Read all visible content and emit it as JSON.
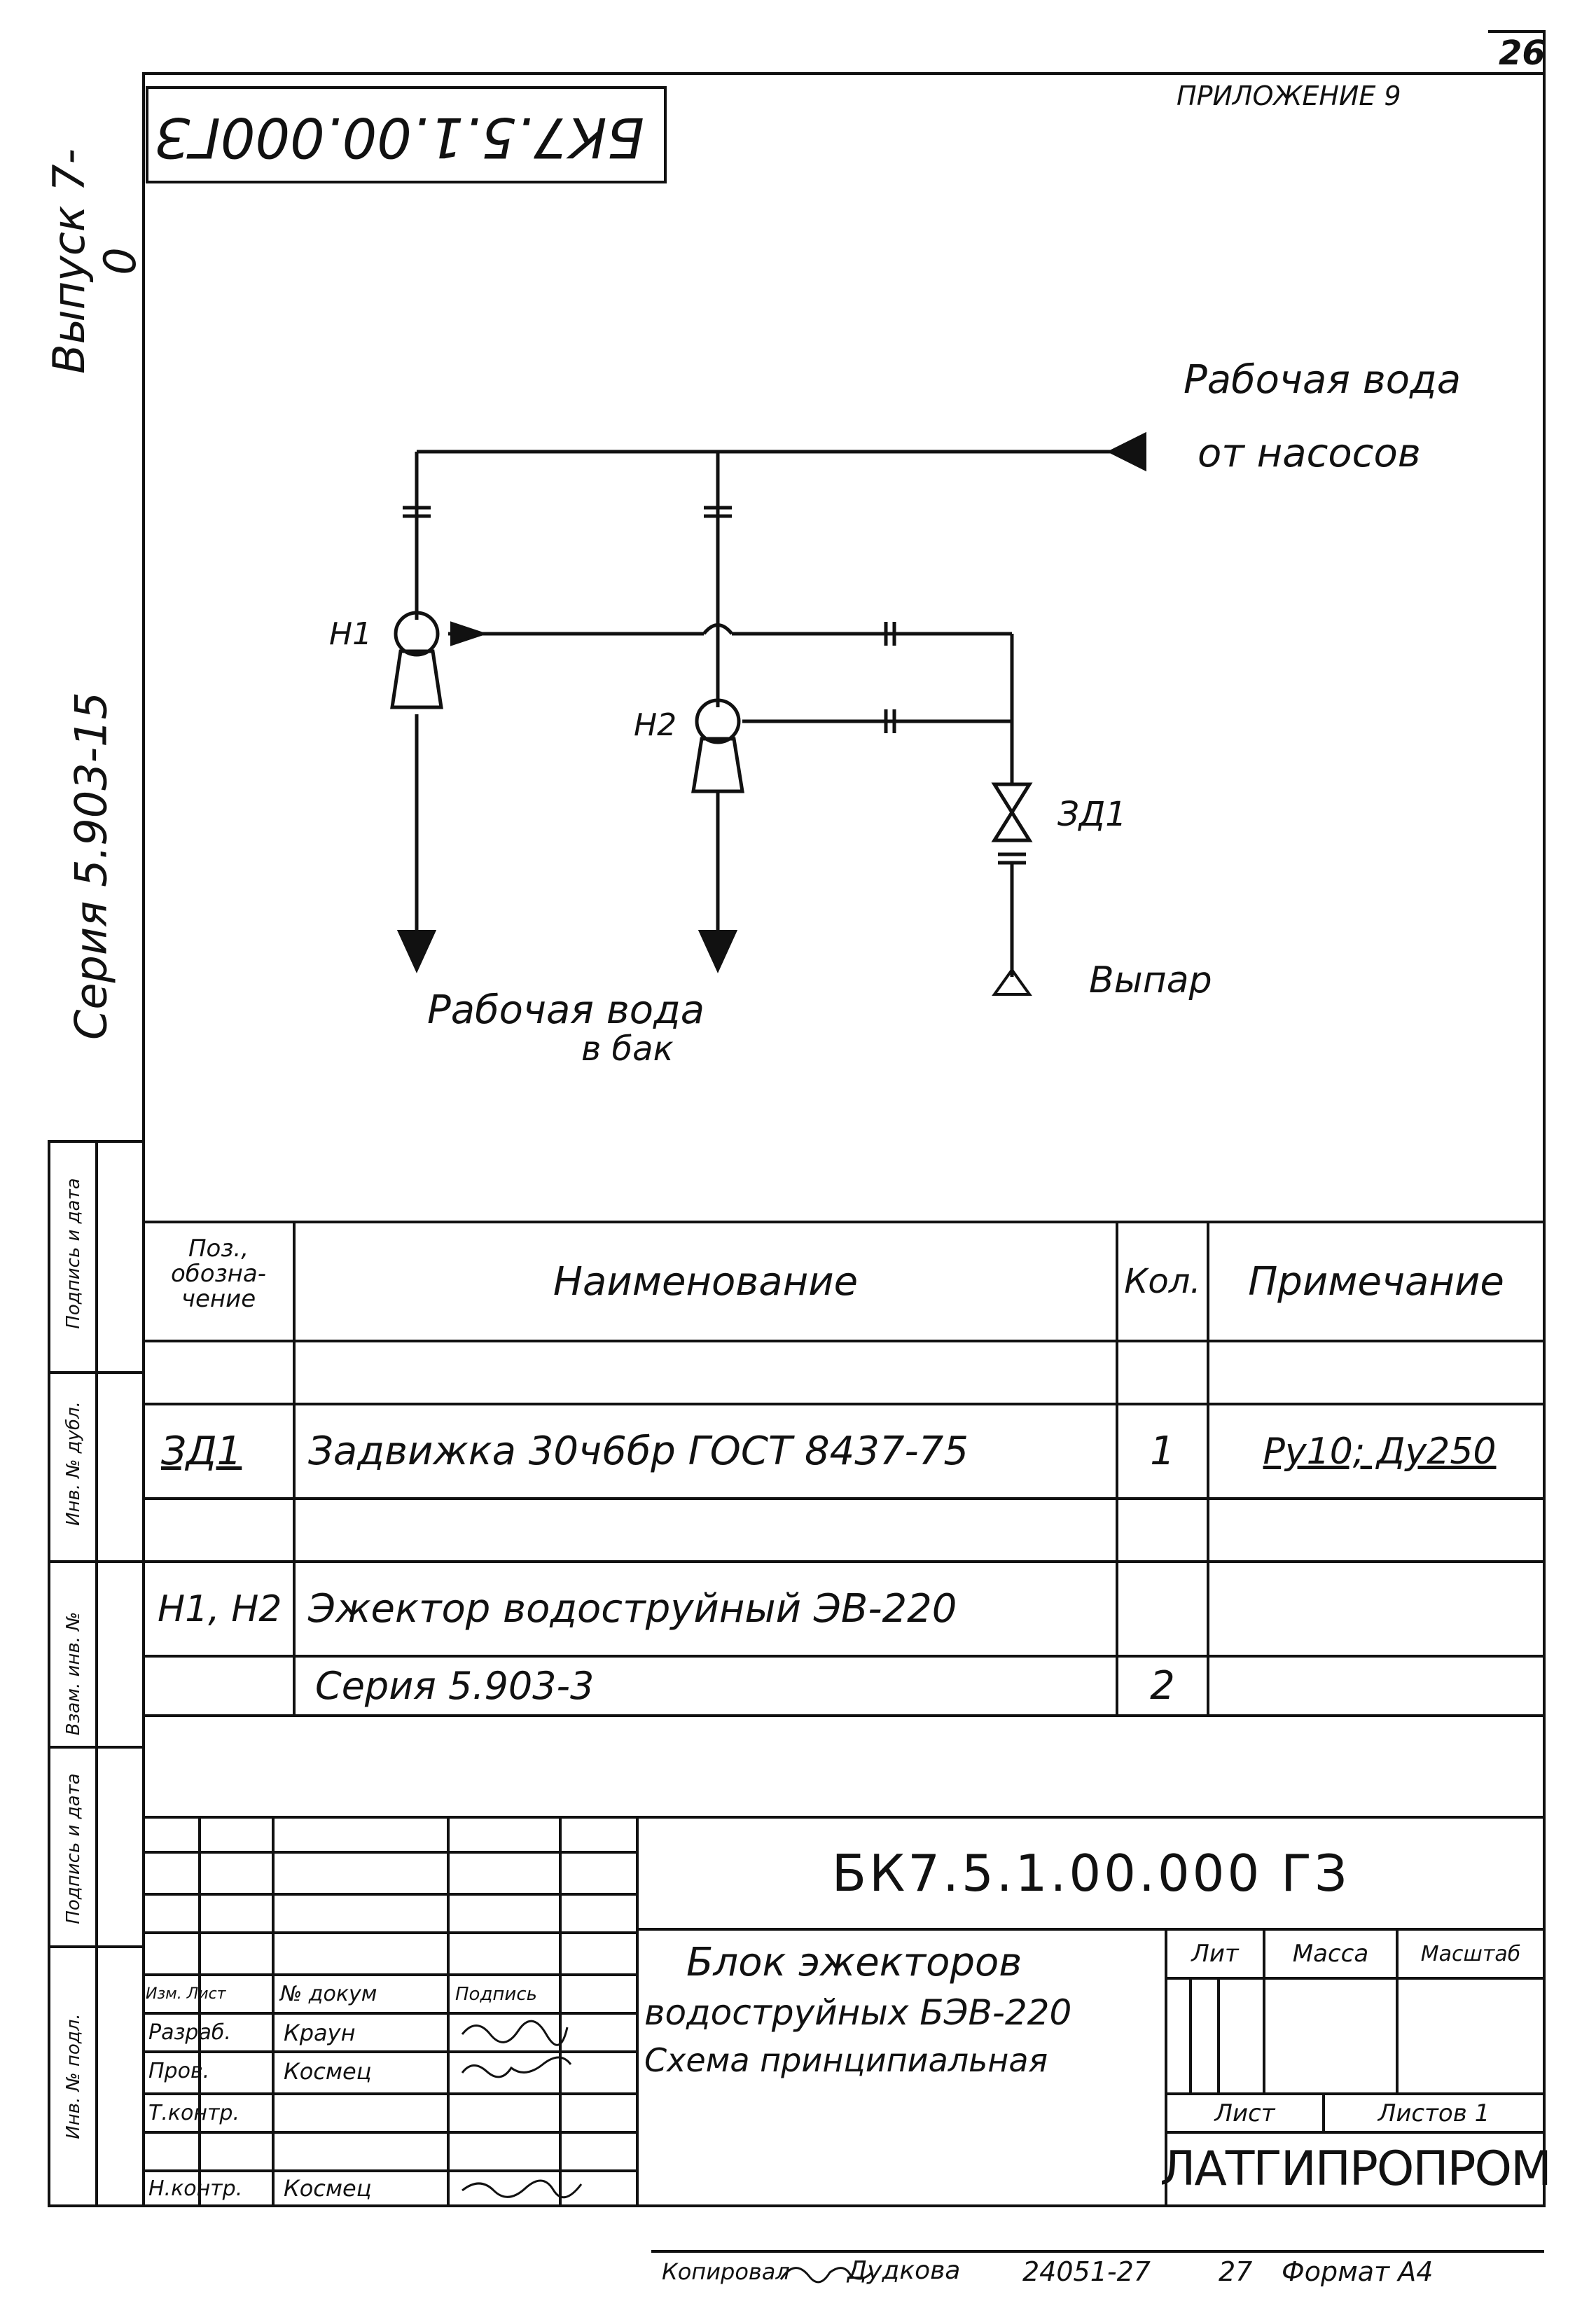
{
  "sheet_number": "26",
  "appendix": "ПРИЛОЖЕНИЕ 9",
  "mirror_code": "БК7.5.1.00.000ГЗ",
  "side": {
    "issue": "Выпуск 7-0",
    "series": "Серия 5.903-15",
    "strip": [
      "Подпись и дата",
      "Взам. инв. №",
      "Инв. № дубл.",
      "Подпись и дата",
      "Инв. № подл."
    ]
  },
  "diagram": {
    "inlet_line1": "Рабочая вода",
    "inlet_line2": "от насосов",
    "h1": "Н1",
    "h2": "Н2",
    "valve": "ЗД1",
    "vent": "Выпар",
    "outlet_line1": "Рабочая вода",
    "outlet_line2": "в бак"
  },
  "table": {
    "headers": {
      "pos": "Поз., обозна- чение",
      "name": "Наименование",
      "qty": "Кол.",
      "note": "Примечание"
    },
    "rows": [
      {
        "pos": "",
        "name": "",
        "qty": "",
        "note": ""
      },
      {
        "pos": "ЗД1",
        "name": "Задвижка 30ч6бр  ГОСТ 8437-75",
        "qty": "1",
        "note": "Ру10; Ду250"
      },
      {
        "pos": "",
        "name": "",
        "qty": "",
        "note": ""
      },
      {
        "pos": "Н1, Н2",
        "name": "Эжектор водоструйный ЭВ-220",
        "qty": "",
        "note": ""
      },
      {
        "pos": "",
        "name": "Серия 5.903-3",
        "qty": "2",
        "note": ""
      }
    ]
  },
  "stamp": {
    "code": "БК7.5.1.00.000 ГЗ",
    "title_line1": "Блок эжекторов",
    "title_line2": "водоструйных БЭВ-220",
    "title_line3": "Схема принципиальная",
    "lit": "Лит",
    "mass": "Масса",
    "scale": "Масштаб",
    "sheet": "Лист",
    "sheets": "Листов 1",
    "org": "ЛАТГИПРОПРОМ",
    "roles": [
      {
        "role": "Изм. Лист",
        "name": "№ докум",
        "sign": "Подпись"
      },
      {
        "role": "Разраб.",
        "name": "Краун",
        "sign": ""
      },
      {
        "role": "Пров.",
        "name": "Космец",
        "sign": ""
      },
      {
        "role": "Т.контр.",
        "name": "",
        "sign": ""
      },
      {
        "role": "Н.контр.",
        "name": "Космец",
        "sign": ""
      }
    ]
  },
  "footer": {
    "copied": "Копировал",
    "copier": "Дудкова",
    "order": "24051-27",
    "page": "27",
    "format": "Формат А4"
  }
}
